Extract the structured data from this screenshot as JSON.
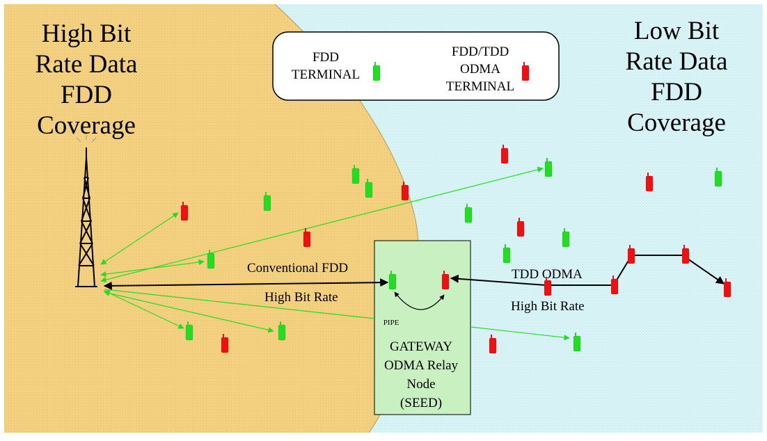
{
  "colors": {
    "high_region": "#f4d282",
    "low_region": "#d9f4f7",
    "fdd_terminal": "#22dd22",
    "odma_terminal": "#ee1111",
    "gateway_fill": "#c8f0c0",
    "fdd_link": "#22dd22",
    "odma_link": "#000000"
  },
  "regions": {
    "high": {
      "lines": [
        "High Bit",
        "Rate Data",
        "FDD",
        "Coverage"
      ]
    },
    "low": {
      "lines": [
        "Low Bit",
        "Rate Data",
        "FDD",
        "Coverage"
      ]
    }
  },
  "legend": {
    "fdd": [
      "FDD",
      "TERMINAL"
    ],
    "odma": [
      "FDD/TDD",
      "ODMA",
      "TERMINAL"
    ]
  },
  "labels": {
    "conventional_fdd": "Conventional FDD",
    "high_bit_rate_left": "High Bit Rate",
    "tdd_odma": "TDD ODMA",
    "high_bit_rate_right": "High Bit Rate",
    "pipe": "PIPE"
  },
  "gateway": {
    "lines": [
      "GATEWAY",
      "ODMA Relay",
      "Node",
      "(SEED)"
    ]
  },
  "icons": {
    "tower": "tower-icon",
    "fdd": "fdd-terminal-icon",
    "odma": "odma-terminal-icon"
  }
}
